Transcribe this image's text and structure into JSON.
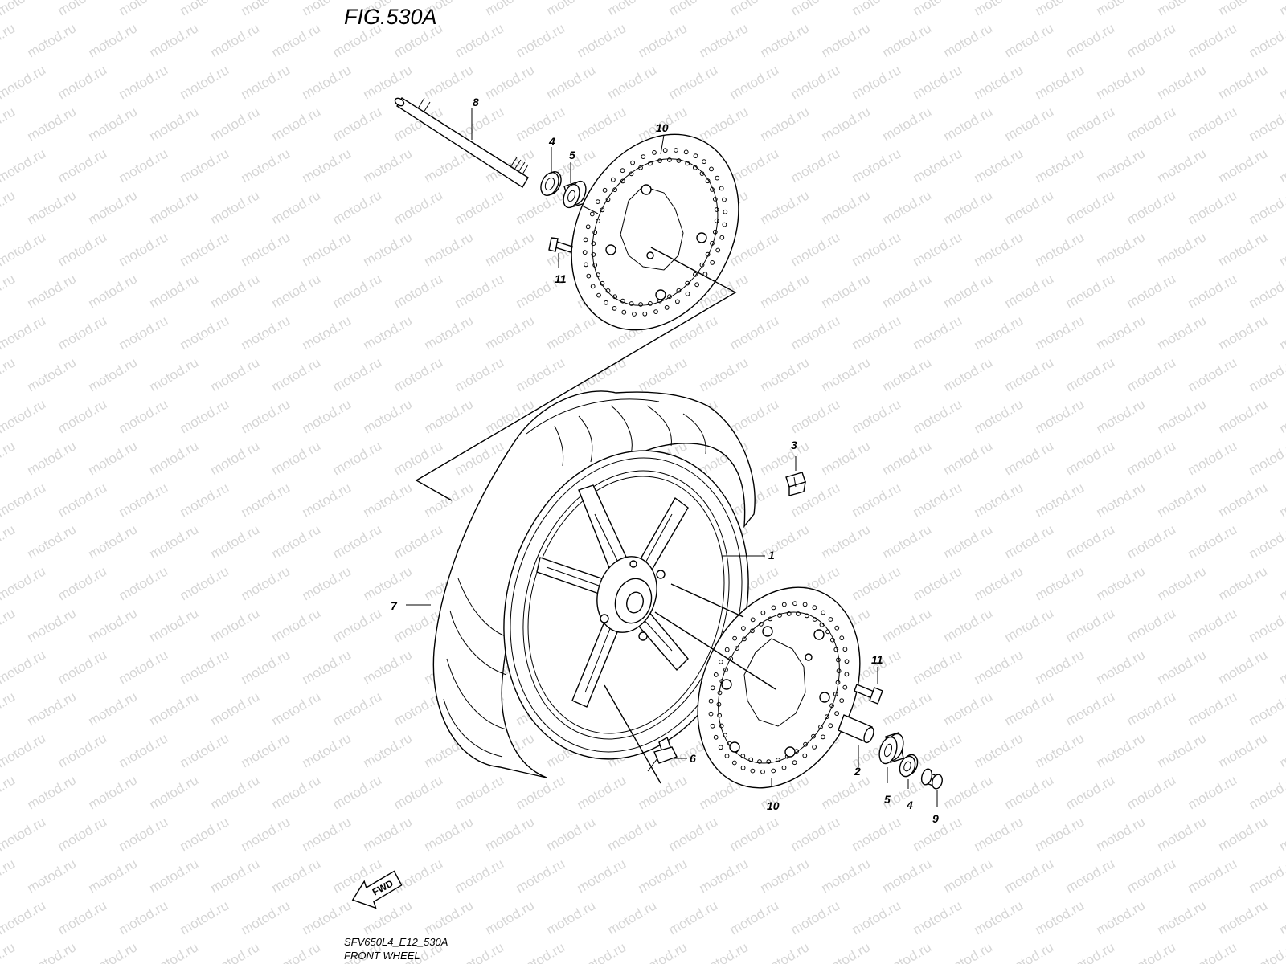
{
  "figure": {
    "title": "FIG.530A",
    "model_code": "SFV650L4_E12_530A",
    "caption": "FRONT WHEEL",
    "watermark": "motod.ru",
    "fwd_label": "FWD"
  },
  "callouts": [
    {
      "id": "1",
      "part": "wheel"
    },
    {
      "id": "2",
      "part": "spacer"
    },
    {
      "id": "3",
      "part": "balancer"
    },
    {
      "id": "4",
      "part": "dust-seal-left"
    },
    {
      "id": "4",
      "part": "dust-seal-right"
    },
    {
      "id": "5",
      "part": "bearing-left"
    },
    {
      "id": "5",
      "part": "bearing-right"
    },
    {
      "id": "6",
      "part": "valve"
    },
    {
      "id": "7",
      "part": "tire"
    },
    {
      "id": "8",
      "part": "axle"
    },
    {
      "id": "9",
      "part": "axle-collar"
    },
    {
      "id": "10",
      "part": "disc-left"
    },
    {
      "id": "10",
      "part": "disc-right"
    },
    {
      "id": "11",
      "part": "disc-bolt-left"
    },
    {
      "id": "11",
      "part": "disc-bolt-right"
    }
  ],
  "colors": {
    "line": "#000000",
    "watermark": "#d6d6d6",
    "background": "#ffffff"
  }
}
